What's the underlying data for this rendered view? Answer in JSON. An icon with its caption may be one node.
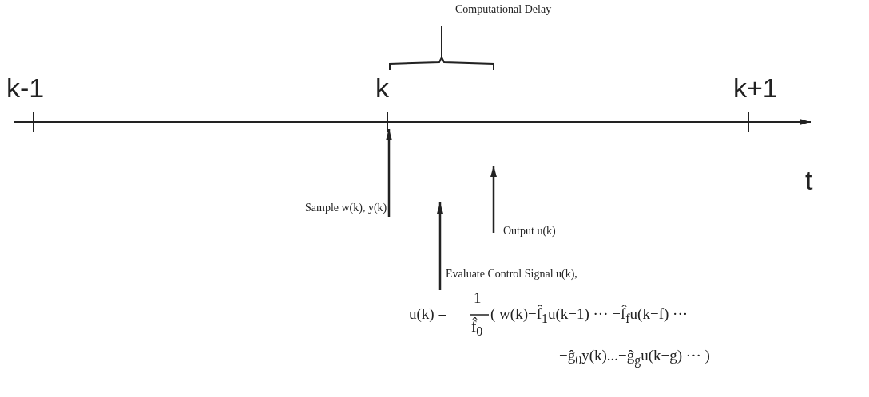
{
  "diagram": {
    "nodes": [
      {
        "text": [
          "Sample w(k), y(k)"
        ]
      },
      {
        "text": [
          "Output u(k)"
        ]
      },
      {
        "text": [
          "Evaluate Control Signal u(k),"
        ]
      }
    ],
    "edges": [
      {
        "from": 0,
        "to": null,
        "arrow": "to"
      },
      {
        "from": 1,
        "to": null,
        "arrow": "to"
      },
      {
        "from": 2,
        "to": null,
        "arrow": "to"
      }
    ],
    "labels": [
      "Computational Delay",
      "k-1",
      "k",
      "k+1",
      "t",
      "u(k) =",
      "1",
      "f̂$_{0}$",
      "( w(k)−f̂$_{1}$u(k−1) ··· −f̂$_{f}$u(k−f) ···",
      "−ĝ$_{0}$y(k)...−ĝ$_{g}$u(k−g) ··· )"
    ]
  }
}
